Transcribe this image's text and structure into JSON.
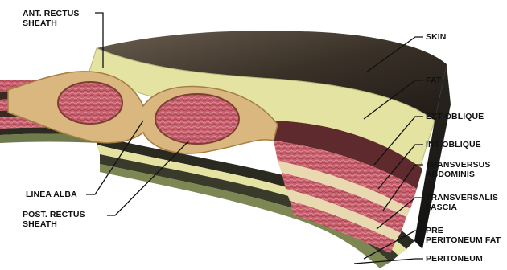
{
  "labels": {
    "ant_rectus_sheath_1": "ANT. RECTUS",
    "ant_rectus_sheath_2": "SHEATH",
    "linea_alba": "LINEA ALBA",
    "post_rectus_sheath_1": "POST. RECTUS",
    "post_rectus_sheath_2": "SHEATH",
    "skin": "SKIN",
    "fat": "FAT",
    "ext_oblique": "EXT OBLIQUE",
    "int_oblique": "INT OBLIQUE",
    "transversus_1": "TRANSVERSUS",
    "transversus_2": "ABDOMINIS",
    "transversalis_1": "TRANSVERSALIS",
    "transversalis_2": "FASCIA",
    "pre_peritoneum_1": "PRE",
    "pre_peritoneum_2": "PERITONEUM FAT",
    "peritoneum": "PERITONEUM"
  },
  "colors": {
    "skin": "#3a3128",
    "fat": "#e4e3a2",
    "fascia": "#d9b77e",
    "muscle": "#b8505e",
    "muscle_dark": "#5e2a2d",
    "peritoneum": "#6f7a4d"
  }
}
